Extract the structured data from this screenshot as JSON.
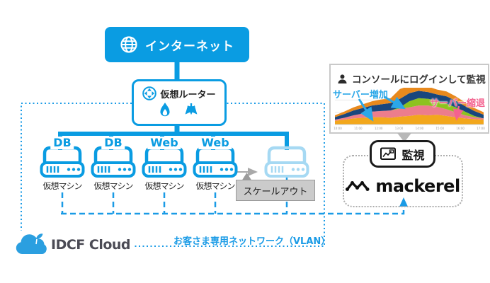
{
  "colors": {
    "primary_blue": "#0a9ce2",
    "faded_blue": "#a6d9f3",
    "gray_label_bg": "#cbcbcb",
    "idcf_text": "#4b4b55",
    "increase_annotation": "#2ba7e8",
    "decrease_annotation": "#f4628f",
    "mackerel_black": "#0f0f0f"
  },
  "diagram": {
    "internet": {
      "label": "インターネット"
    },
    "router": {
      "label": "仮想ルーター"
    },
    "vms": [
      {
        "type": "DB",
        "label": "仮想マシン"
      },
      {
        "type": "DB",
        "label": "仮想マシン"
      },
      {
        "type": "Web",
        "label": "仮想マシン"
      },
      {
        "type": "Web",
        "label": "仮想マシン"
      },
      {
        "type": "",
        "label": ""
      }
    ],
    "scale_out_label": "スケールアウト",
    "vlan_label": "お客さま専用ネットワーク（VLAN）",
    "idcf_logo_text": "IDCF Cloud"
  },
  "monitor_panel": {
    "header": "コンソールにログインして監視",
    "annotation_increase": "サーバー増加",
    "annotation_decrease": "サーバー縮退"
  },
  "monitoring_box": {
    "label": "監視"
  },
  "mackerel": {
    "logo_text": "mackerel"
  },
  "chart_data": {
    "type": "area",
    "stacked": true,
    "title": "",
    "xlabel": "",
    "ylabel": "",
    "ylim": [
      0,
      60
    ],
    "grid": true,
    "legend": "none",
    "x_ticks": [
      "10:00",
      "11:00",
      "12:00",
      "13:00",
      "14:00",
      "15:00",
      "16:00",
      "17:00"
    ],
    "series": [
      {
        "name": "gold",
        "color": "#f2a71c",
        "values": [
          6,
          8,
          10,
          11,
          12,
          12,
          11,
          13,
          14,
          16,
          15,
          16,
          14,
          12,
          10,
          9,
          8
        ]
      },
      {
        "name": "pink",
        "color": "#ec7d8c",
        "values": [
          2,
          3,
          5,
          7,
          9,
          10,
          12,
          13,
          14,
          15,
          16,
          13,
          11,
          8,
          5,
          3,
          2
        ]
      },
      {
        "name": "green",
        "color": "#8dc21f",
        "values": [
          0,
          0,
          0,
          0,
          0,
          0,
          0,
          2,
          10,
          12,
          11,
          10,
          9,
          8,
          6,
          2,
          0
        ]
      },
      {
        "name": "navy",
        "color": "#19467d",
        "values": [
          4,
          6,
          8,
          9,
          10,
          11,
          12,
          14,
          13,
          12,
          11,
          10,
          12,
          11,
          9,
          8,
          6
        ]
      },
      {
        "name": "orange",
        "color": "#e8891d",
        "values": [
          3,
          4,
          5,
          6,
          7,
          8,
          8,
          16,
          12,
          10,
          9,
          8,
          8,
          7,
          6,
          5,
          4
        ]
      }
    ]
  }
}
